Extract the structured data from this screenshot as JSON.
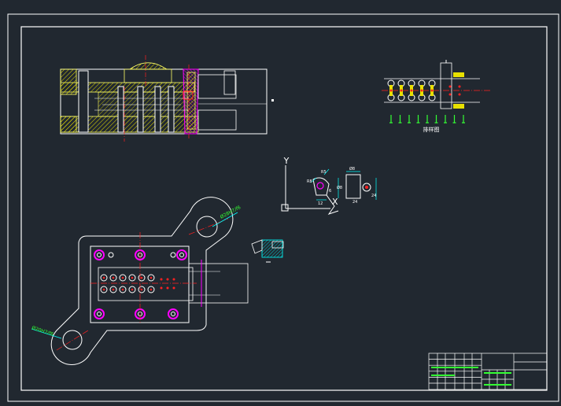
{
  "colors": {
    "background": "#212830",
    "frame": "#ffffff",
    "hatch": "#e8e000",
    "section": "#ffff66",
    "centerline": "#ff2020",
    "magenta": "#ff00ff",
    "dimension": "#00ffff",
    "green": "#33ff33",
    "cyan_fill": "#00cccc"
  },
  "labels": {
    "strip_layout_caption": "排样图",
    "hole_annotation": "Ø28H7/f6",
    "pin_annotation": "Ø20H7/f6",
    "axis_y": "Y",
    "axis_x": "X",
    "dim_top": "Ø8",
    "dim_r1": "R8",
    "dim_r2": "R5",
    "dim_mid": "6",
    "dim_w1": "12",
    "dim_w2": "24",
    "dim_h1": "24",
    "dim_h2": "Ø8"
  }
}
